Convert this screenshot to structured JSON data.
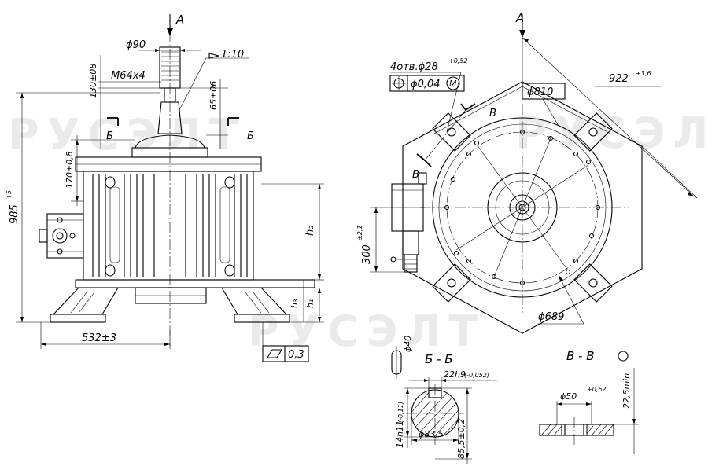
{
  "labels": {
    "view_a_top": "A",
    "view_a_right": "A",
    "dia_90": "ϕ90",
    "taper": "1:10",
    "m64": "M64x4",
    "d130": "130±08",
    "d65": "65±06",
    "section_b_left": "Б",
    "section_b_right": "Б",
    "d170": "170±0,8",
    "d985": "985",
    "d985_tol": "+5",
    "h2": "h₂",
    "h3": "h₃",
    "h1": "h₁",
    "d532": "532±3",
    "flatness": "0,3",
    "holes": "4отв.ϕ28",
    "holes_tol": "+0,52",
    "position_tol": "ϕ0,04",
    "modifier": "M",
    "section_v_top": "В",
    "section_v_bottom": "В",
    "d922": "922",
    "d922_tol": "+3,6",
    "d810": "ϕ810",
    "d300": "300",
    "d300_tol": "±2,1",
    "d689": "ϕ689",
    "section_bb_title": "Б - Б",
    "d40": "ϕ40",
    "d22h9": "22h9",
    "d22h9_tol": "(-0,052)",
    "d14h11": "14h11",
    "d14h11_tol": "(-0,11)",
    "d83": "ϕ83,5",
    "d855": "85,5±0,2",
    "section_vv_title": "В - В",
    "d50": "ϕ50",
    "d50_tol": "+0,62",
    "d225": "22,5min"
  },
  "watermark": {
    "left": "РУСЭЛТ",
    "right": "РУСЭЛТ",
    "bottom": "РУСЭЛТ"
  }
}
